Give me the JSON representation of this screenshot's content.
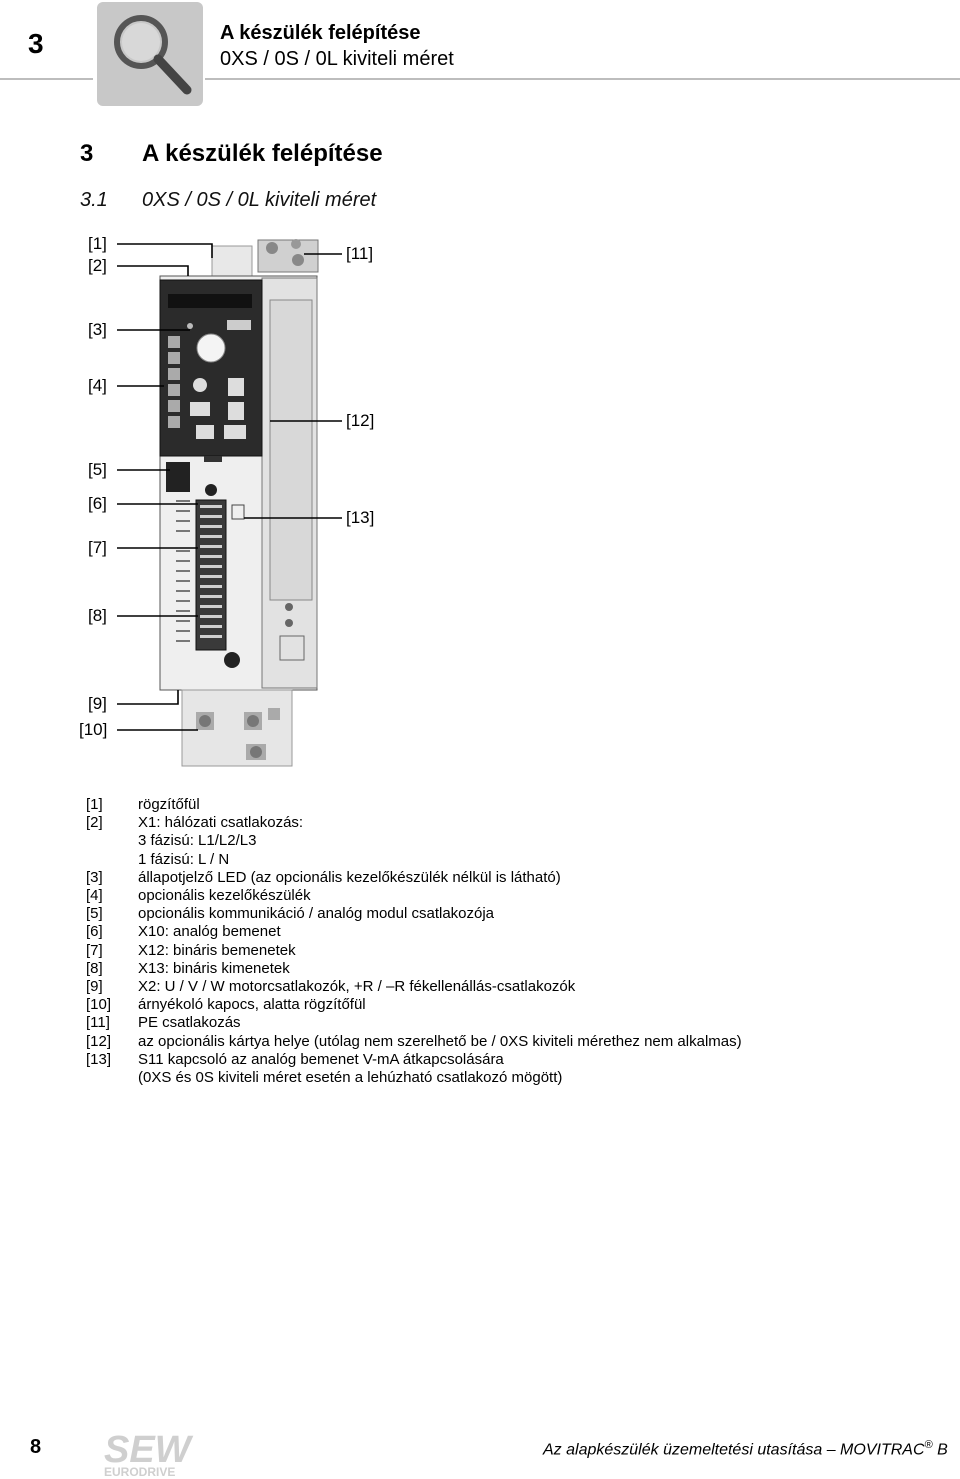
{
  "header": {
    "chapter_number": "3",
    "title": "A készülék felépítése",
    "subtitle": "0XS / 0S / 0L kiviteli méret",
    "icon": "magnifier-icon"
  },
  "section": {
    "number": "3",
    "title": "A készülék felépítése"
  },
  "subsection": {
    "number": "3.1",
    "title": "0XS / 0S / 0L kiviteli méret"
  },
  "figure": {
    "callouts_left": [
      "[1]",
      "[2]",
      "[3]",
      "[4]",
      "[5]",
      "[6]",
      "[7]",
      "[8]",
      "[9]",
      "[10]"
    ],
    "callouts_right": [
      "[11]",
      "[12]",
      "[13]"
    ]
  },
  "legend": [
    {
      "key": "[1]",
      "text": "rögzítőfül"
    },
    {
      "key": "[2]",
      "text": "X1: hálózati csatlakozás:"
    },
    {
      "key": "",
      "text": "3 fázisú: L1/L2/L3"
    },
    {
      "key": "",
      "text": "1 fázisú: L / N"
    },
    {
      "key": "[3]",
      "text": "állapotjelző LED (az opcionális kezelőkészülék nélkül is látható)"
    },
    {
      "key": "[4]",
      "text": "opcionális kezelőkészülék"
    },
    {
      "key": "[5]",
      "text": "opcionális kommunikáció / analóg modul csatlakozója"
    },
    {
      "key": "[6]",
      "text": "X10: analóg bemenet"
    },
    {
      "key": "[7]",
      "text": "X12: bináris bemenetek"
    },
    {
      "key": "[8]",
      "text": "X13: bináris kimenetek"
    },
    {
      "key": "[9]",
      "text": "X2: U / V / W motorcsatlakozók, +R / –R fékellenállás-csatlakozók"
    },
    {
      "key": "[10]",
      "text": "árnyékoló kapocs, alatta rögzítőfül"
    },
    {
      "key": "[11]",
      "text": "PE csatlakozás"
    },
    {
      "key": "[12]",
      "text": "az opcionális kártya helye (utólag nem szerelhető be / 0XS kiviteli mérethez nem alkalmas)"
    },
    {
      "key": "[13]",
      "text": "S11 kapcsoló az analóg bemenet V-mA átkapcsolására"
    },
    {
      "key": "",
      "text": "(0XS és 0S kiviteli méret esetén a lehúzható csatlakozó mögött)"
    }
  ],
  "footer": {
    "page_number": "8",
    "logo_text_top": "SEW",
    "logo_text_bottom": "EURODRIVE",
    "doc_title": "Az alapkészülék üzemeltetési utasítása – MOVITRAC",
    "registered": "®",
    "doc_suffix": "B"
  }
}
